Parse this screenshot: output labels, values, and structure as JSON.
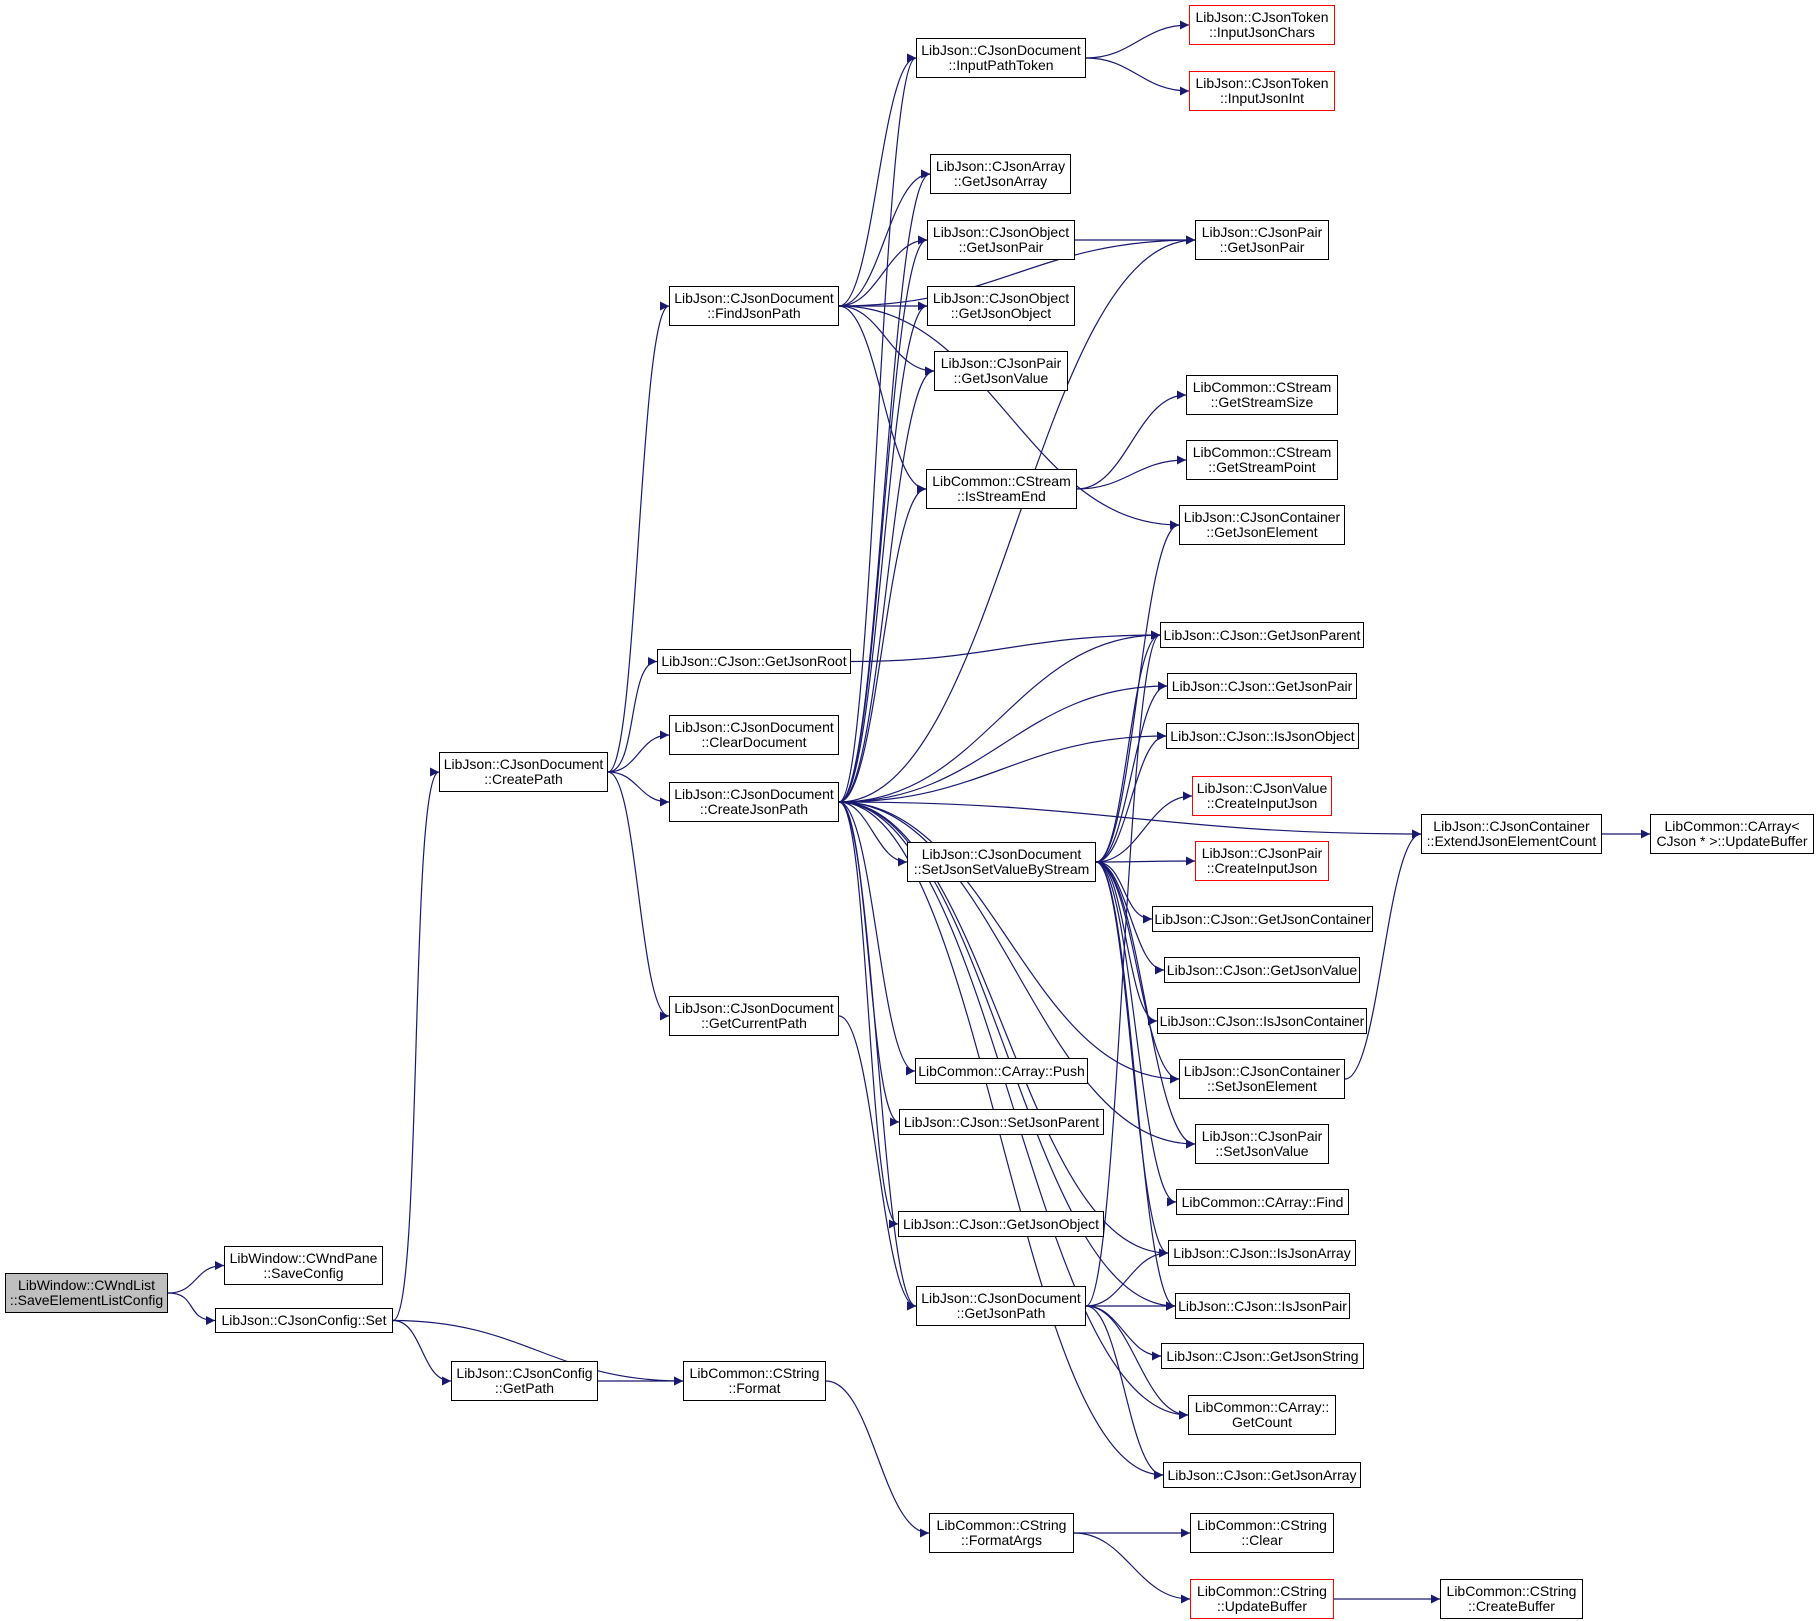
{
  "colors": {
    "edge": "#191970",
    "node_border": "#000000",
    "truncated_border": "#ff0000",
    "root_fill": "#bfbfbf"
  },
  "nodes": {
    "root": [
      "LibWindow::CWndList",
      "::SaveElementListConfig"
    ],
    "wndpane_saveconfig": [
      "LibWindow::CWndPane",
      "::SaveConfig"
    ],
    "jsonconfig_set": [
      "LibJson::CJsonConfig::Set"
    ],
    "createpath": [
      "LibJson::CJsonDocument",
      "::CreatePath"
    ],
    "jsonconfig_getpath": [
      "LibJson::CJsonConfig",
      "::GetPath"
    ],
    "cstring_format": [
      "LibCommon::CString",
      "::Format"
    ],
    "findjsonpath": [
      "LibJson::CJsonDocument",
      "::FindJsonPath"
    ],
    "getjsonroot": [
      "LibJson::CJson::GetJsonRoot"
    ],
    "cleardocument": [
      "LibJson::CJsonDocument",
      "::ClearDocument"
    ],
    "createjsonpath": [
      "LibJson::CJsonDocument",
      "::CreateJsonPath"
    ],
    "getcurrentpath": [
      "LibJson::CJsonDocument",
      "::GetCurrentPath"
    ],
    "inputpathtoken": [
      "LibJson::CJsonDocument",
      "::InputPathToken"
    ],
    "array_getjsonarray": [
      "LibJson::CJsonArray",
      "::GetJsonArray"
    ],
    "object_getjsonpair": [
      "LibJson::CJsonObject",
      "::GetJsonPair"
    ],
    "object_getjsonobject": [
      "LibJson::CJsonObject",
      "::GetJsonObject"
    ],
    "pair_getjsonvalue": [
      "LibJson::CJsonPair",
      "::GetJsonValue"
    ],
    "isstreamend": [
      "LibCommon::CStream",
      "::IsStreamEnd"
    ],
    "setjsonsetvaluebystream": [
      "LibJson::CJsonDocument",
      "::SetJsonSetValueByStream"
    ],
    "carray_push": [
      "LibCommon::CArray::Push"
    ],
    "setjsonparent": [
      "LibJson::CJson::SetJsonParent"
    ],
    "cjson_getjsonobject": [
      "LibJson::CJson::GetJsonObject"
    ],
    "getjsonpath": [
      "LibJson::CJsonDocument",
      "::GetJsonPath"
    ],
    "formatargs": [
      "LibCommon::CString",
      "::FormatArgs"
    ],
    "inputjsonchars": [
      "LibJson::CJsonToken",
      "::InputJsonChars"
    ],
    "inputjsonint": [
      "LibJson::CJsonToken",
      "::InputJsonInt"
    ],
    "pair_getjsonpair": [
      "LibJson::CJsonPair",
      "::GetJsonPair"
    ],
    "getstreamsize": [
      "LibCommon::CStream",
      "::GetStreamSize"
    ],
    "getstreampoint": [
      "LibCommon::CStream",
      "::GetStreamPoint"
    ],
    "container_getjsonelement": [
      "LibJson::CJsonContainer",
      "::GetJsonElement"
    ],
    "getjsonparent": [
      "LibJson::CJson::GetJsonParent"
    ],
    "cjson_getjsonpair": [
      "LibJson::CJson::GetJsonPair"
    ],
    "isjsonobject": [
      "LibJson::CJson::IsJsonObject"
    ],
    "value_createinputjson": [
      "LibJson::CJsonValue",
      "::CreateInputJson"
    ],
    "pair_createinputjson": [
      "LibJson::CJsonPair",
      "::CreateInputJson"
    ],
    "getjsoncontainer": [
      "LibJson::CJson::GetJsonContainer"
    ],
    "cjson_getjsonvalue": [
      "LibJson::CJson::GetJsonValue"
    ],
    "isjsoncontainer": [
      "LibJson::CJson::IsJsonContainer"
    ],
    "container_setjsonelement": [
      "LibJson::CJsonContainer",
      "::SetJsonElement"
    ],
    "pair_setjsonvalue": [
      "LibJson::CJsonPair",
      "::SetJsonValue"
    ],
    "carray_find": [
      "LibCommon::CArray::Find"
    ],
    "isjsonarray": [
      "LibJson::CJson::IsJsonArray"
    ],
    "isjsonpair": [
      "LibJson::CJson::IsJsonPair"
    ],
    "getjsonstring": [
      "LibJson::CJson::GetJsonString"
    ],
    "carray_getcount": [
      "LibCommon::CArray::",
      "GetCount"
    ],
    "cjson_getjsonarray": [
      "LibJson::CJson::GetJsonArray"
    ],
    "cstring_clear": [
      "LibCommon::CString",
      "::Clear"
    ],
    "cstring_updatebuffer": [
      "LibCommon::CString",
      "::UpdateBuffer"
    ],
    "extendjsonelementcount": [
      "LibJson::CJsonContainer",
      "::ExtendJsonElementCount"
    ],
    "carray_updatebuffer": [
      "LibCommon::CArray<",
      " CJson * >::UpdateBuffer"
    ],
    "cstring_createbuffer": [
      "LibCommon::CString",
      "::CreateBuffer"
    ]
  },
  "edges": [
    [
      "root",
      "wndpane_saveconfig"
    ],
    [
      "root",
      "jsonconfig_set"
    ],
    [
      "jsonconfig_set",
      "createpath"
    ],
    [
      "jsonconfig_set",
      "jsonconfig_getpath"
    ],
    [
      "jsonconfig_set",
      "cstring_format"
    ],
    [
      "jsonconfig_getpath",
      "cstring_format"
    ],
    [
      "cstring_format",
      "formatargs"
    ],
    [
      "formatargs",
      "cstring_clear"
    ],
    [
      "formatargs",
      "cstring_updatebuffer"
    ],
    [
      "cstring_updatebuffer",
      "cstring_createbuffer"
    ],
    [
      "createpath",
      "findjsonpath"
    ],
    [
      "createpath",
      "getjsonroot"
    ],
    [
      "createpath",
      "cleardocument"
    ],
    [
      "createpath",
      "createjsonpath"
    ],
    [
      "createpath",
      "getcurrentpath"
    ],
    [
      "findjsonpath",
      "inputpathtoken"
    ],
    [
      "findjsonpath",
      "pair_getjsonpair"
    ],
    [
      "findjsonpath",
      "array_getjsonarray"
    ],
    [
      "findjsonpath",
      "object_getjsonpair"
    ],
    [
      "findjsonpath",
      "object_getjsonobject"
    ],
    [
      "findjsonpath",
      "pair_getjsonvalue"
    ],
    [
      "findjsonpath",
      "isstreamend"
    ],
    [
      "findjsonpath",
      "container_getjsonelement"
    ],
    [
      "inputpathtoken",
      "inputjsonchars"
    ],
    [
      "inputpathtoken",
      "inputjsonint"
    ],
    [
      "object_getjsonpair",
      "pair_getjsonpair"
    ],
    [
      "isstreamend",
      "getstreamsize"
    ],
    [
      "isstreamend",
      "getstreampoint"
    ],
    [
      "getjsonroot",
      "getjsonparent"
    ],
    [
      "createjsonpath",
      "inputpathtoken"
    ],
    [
      "createjsonpath",
      "array_getjsonarray"
    ],
    [
      "createjsonpath",
      "object_getjsonpair"
    ],
    [
      "createjsonpath",
      "object_getjsonobject"
    ],
    [
      "createjsonpath",
      "pair_getjsonvalue"
    ],
    [
      "createjsonpath",
      "isstreamend"
    ],
    [
      "createjsonpath",
      "pair_getjsonpair"
    ],
    [
      "createjsonpath",
      "getjsonparent"
    ],
    [
      "createjsonpath",
      "cjson_getjsonpair"
    ],
    [
      "createjsonpath",
      "isjsonobject"
    ],
    [
      "createjsonpath",
      "extendjsonelementcount"
    ],
    [
      "createjsonpath",
      "setjsonsetvaluebystream"
    ],
    [
      "createjsonpath",
      "carray_push"
    ],
    [
      "createjsonpath",
      "setjsonparent"
    ],
    [
      "createjsonpath",
      "cjson_getjsonobject"
    ],
    [
      "createjsonpath",
      "getjsonpath"
    ],
    [
      "createjsonpath",
      "carray_getcount"
    ],
    [
      "createjsonpath",
      "cjson_getjsonarray"
    ],
    [
      "createjsonpath",
      "isjsonarray"
    ],
    [
      "createjsonpath",
      "isjsonpair"
    ],
    [
      "createjsonpath",
      "pair_setjsonvalue"
    ],
    [
      "createjsonpath",
      "container_setjsonelement"
    ],
    [
      "getcurrentpath",
      "getjsonpath"
    ],
    [
      "setjsonsetvaluebystream",
      "container_getjsonelement"
    ],
    [
      "setjsonsetvaluebystream",
      "getjsonparent"
    ],
    [
      "setjsonsetvaluebystream",
      "cjson_getjsonpair"
    ],
    [
      "setjsonsetvaluebystream",
      "isjsonobject"
    ],
    [
      "setjsonsetvaluebystream",
      "value_createinputjson"
    ],
    [
      "setjsonsetvaluebystream",
      "pair_createinputjson"
    ],
    [
      "setjsonsetvaluebystream",
      "getjsoncontainer"
    ],
    [
      "setjsonsetvaluebystream",
      "cjson_getjsonvalue"
    ],
    [
      "setjsonsetvaluebystream",
      "isjsoncontainer"
    ],
    [
      "setjsonsetvaluebystream",
      "container_setjsonelement"
    ],
    [
      "setjsonsetvaluebystream",
      "pair_setjsonvalue"
    ],
    [
      "setjsonsetvaluebystream",
      "carray_find"
    ],
    [
      "setjsonsetvaluebystream",
      "isjsonarray"
    ],
    [
      "setjsonsetvaluebystream",
      "isjsonpair"
    ],
    [
      "container_setjsonelement",
      "extendjsonelementcount"
    ],
    [
      "extendjsonelementcount",
      "carray_updatebuffer"
    ],
    [
      "getjsonpath",
      "getjsonparent"
    ],
    [
      "getjsonpath",
      "isjsonarray"
    ],
    [
      "getjsonpath",
      "isjsonpair"
    ],
    [
      "getjsonpath",
      "getjsonstring"
    ],
    [
      "getjsonpath",
      "carray_getcount"
    ],
    [
      "getjsonpath",
      "cjson_getjsonarray"
    ]
  ]
}
